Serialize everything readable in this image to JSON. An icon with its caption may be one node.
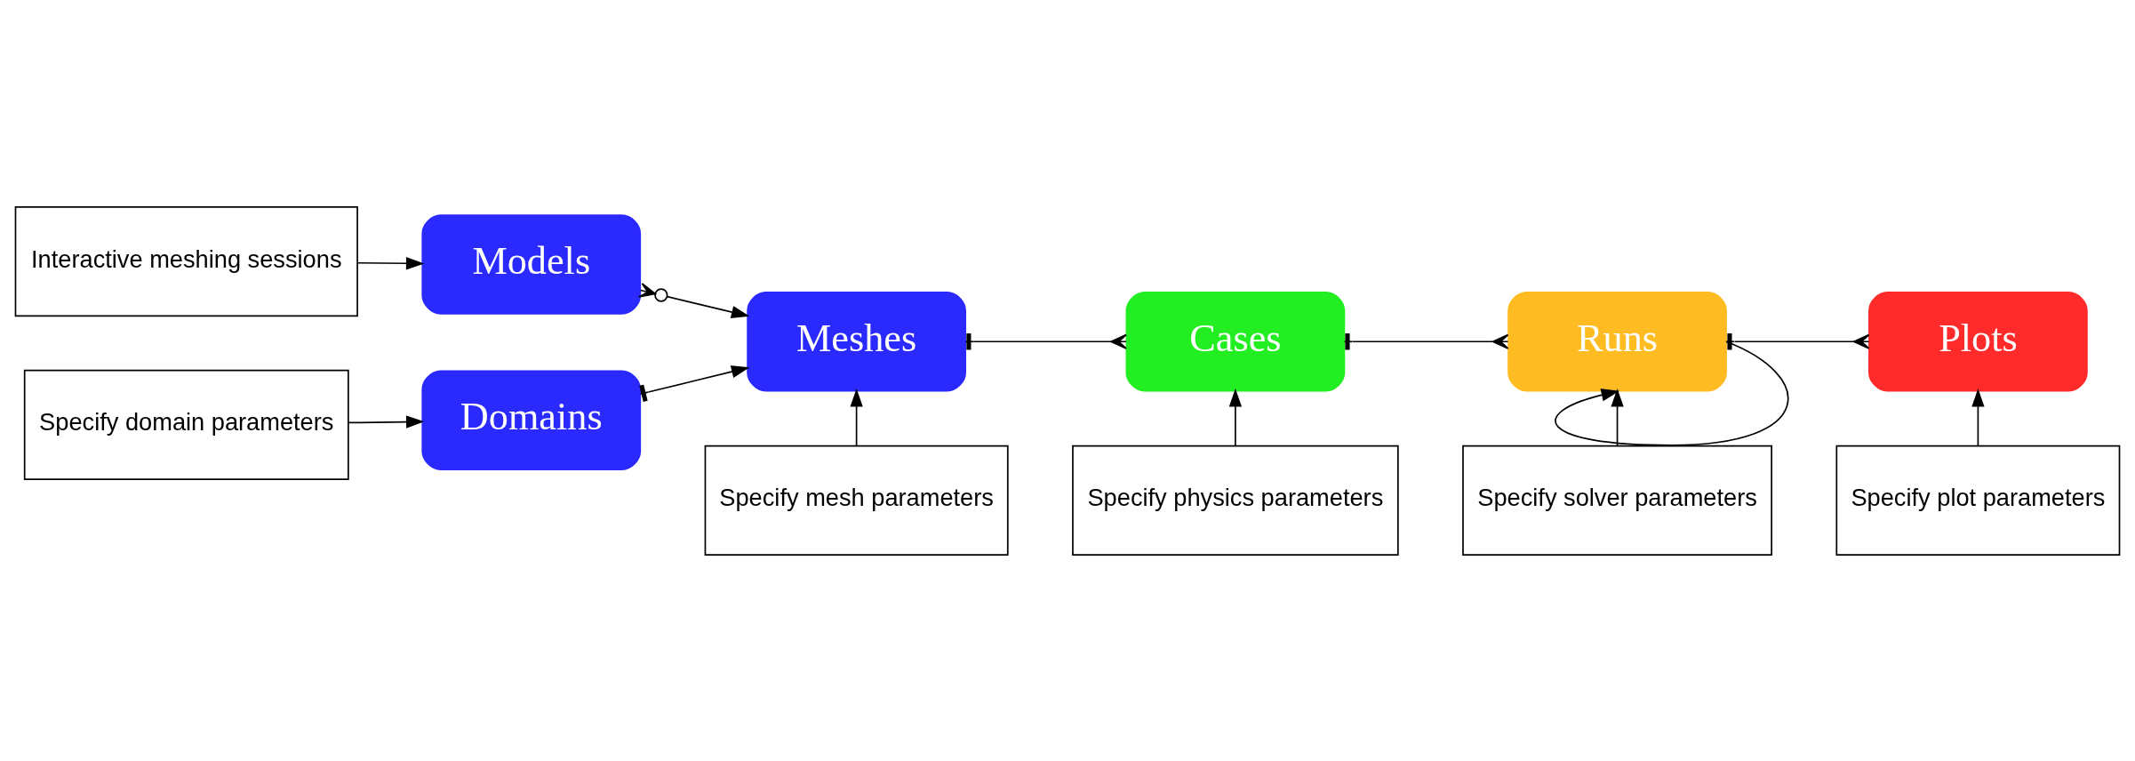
{
  "diagram": {
    "nodes": [
      {
        "text": [
          "Interactive meshing sessions"
        ]
      },
      {
        "text": [
          "Models"
        ]
      },
      {
        "text": [
          "Specify mesh parameters"
        ]
      },
      {
        "text": [
          "Specify physics parameters"
        ]
      },
      {
        "text": [
          "Specify solver parameters"
        ]
      },
      {
        "text": [
          "Specify plot parameters"
        ]
      },
      {
        "text": [
          "Meshes"
        ]
      },
      {
        "text": [
          "Cases"
        ]
      },
      {
        "text": [
          "Runs"
        ]
      },
      {
        "text": [
          "Plots"
        ]
      },
      {
        "text": [
          "Specify domain parameters"
        ]
      },
      {
        "text": [
          "Domains"
        ]
      }
    ],
    "edges": [
      {
        "from": 0,
        "to": 1,
        "arrow": "to"
      },
      {
        "from": 1,
        "to": 6,
        "arrow": "to"
      },
      {
        "from": 10,
        "to": 11,
        "arrow": "to"
      },
      {
        "from": 11,
        "to": 6,
        "arrow": "to"
      },
      {
        "from": 2,
        "to": 6,
        "arrow": "to"
      },
      {
        "from": 3,
        "to": 7,
        "arrow": "to"
      },
      {
        "from": 4,
        "to": 8,
        "arrow": "to"
      },
      {
        "from": 5,
        "to": 9,
        "arrow": "to"
      },
      {
        "from": 6,
        "to": 7,
        "arrow": "other"
      },
      {
        "from": 7,
        "to": 8,
        "arrow": "other"
      },
      {
        "from": 8,
        "to": 9,
        "arrow": "other"
      },
      {
        "from": 8,
        "to": 8,
        "arrow": "to"
      }
    ]
  }
}
